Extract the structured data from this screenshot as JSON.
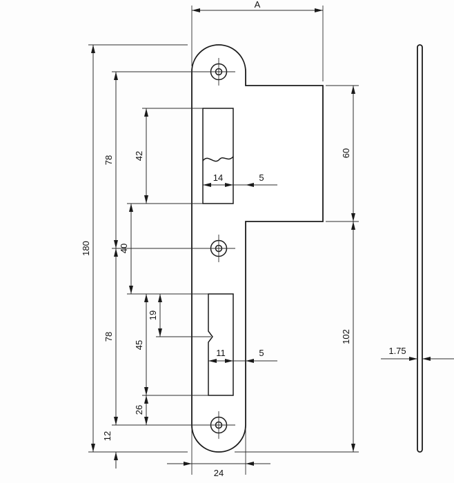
{
  "dims": {
    "plate_width_top": "A",
    "total_height": "180",
    "upper_hole_spacing": "78",
    "cutout_gap": "40",
    "lower_hole_spacing": "78",
    "bottom_edge_offset": "12",
    "upper_cutout_height": "42",
    "upper_cutout_width": "14",
    "upper_cutout_edge_gap": "5",
    "lower_cutout_height": "45",
    "lower_cutout_width": "11",
    "lower_cutout_edge_gap": "5",
    "notch_offset": "19",
    "cutout_to_bottom_hole": "26",
    "tab_height": "60",
    "lower_section_height": "102",
    "plate_width_bottom": "24",
    "plate_thickness": "1.75"
  }
}
